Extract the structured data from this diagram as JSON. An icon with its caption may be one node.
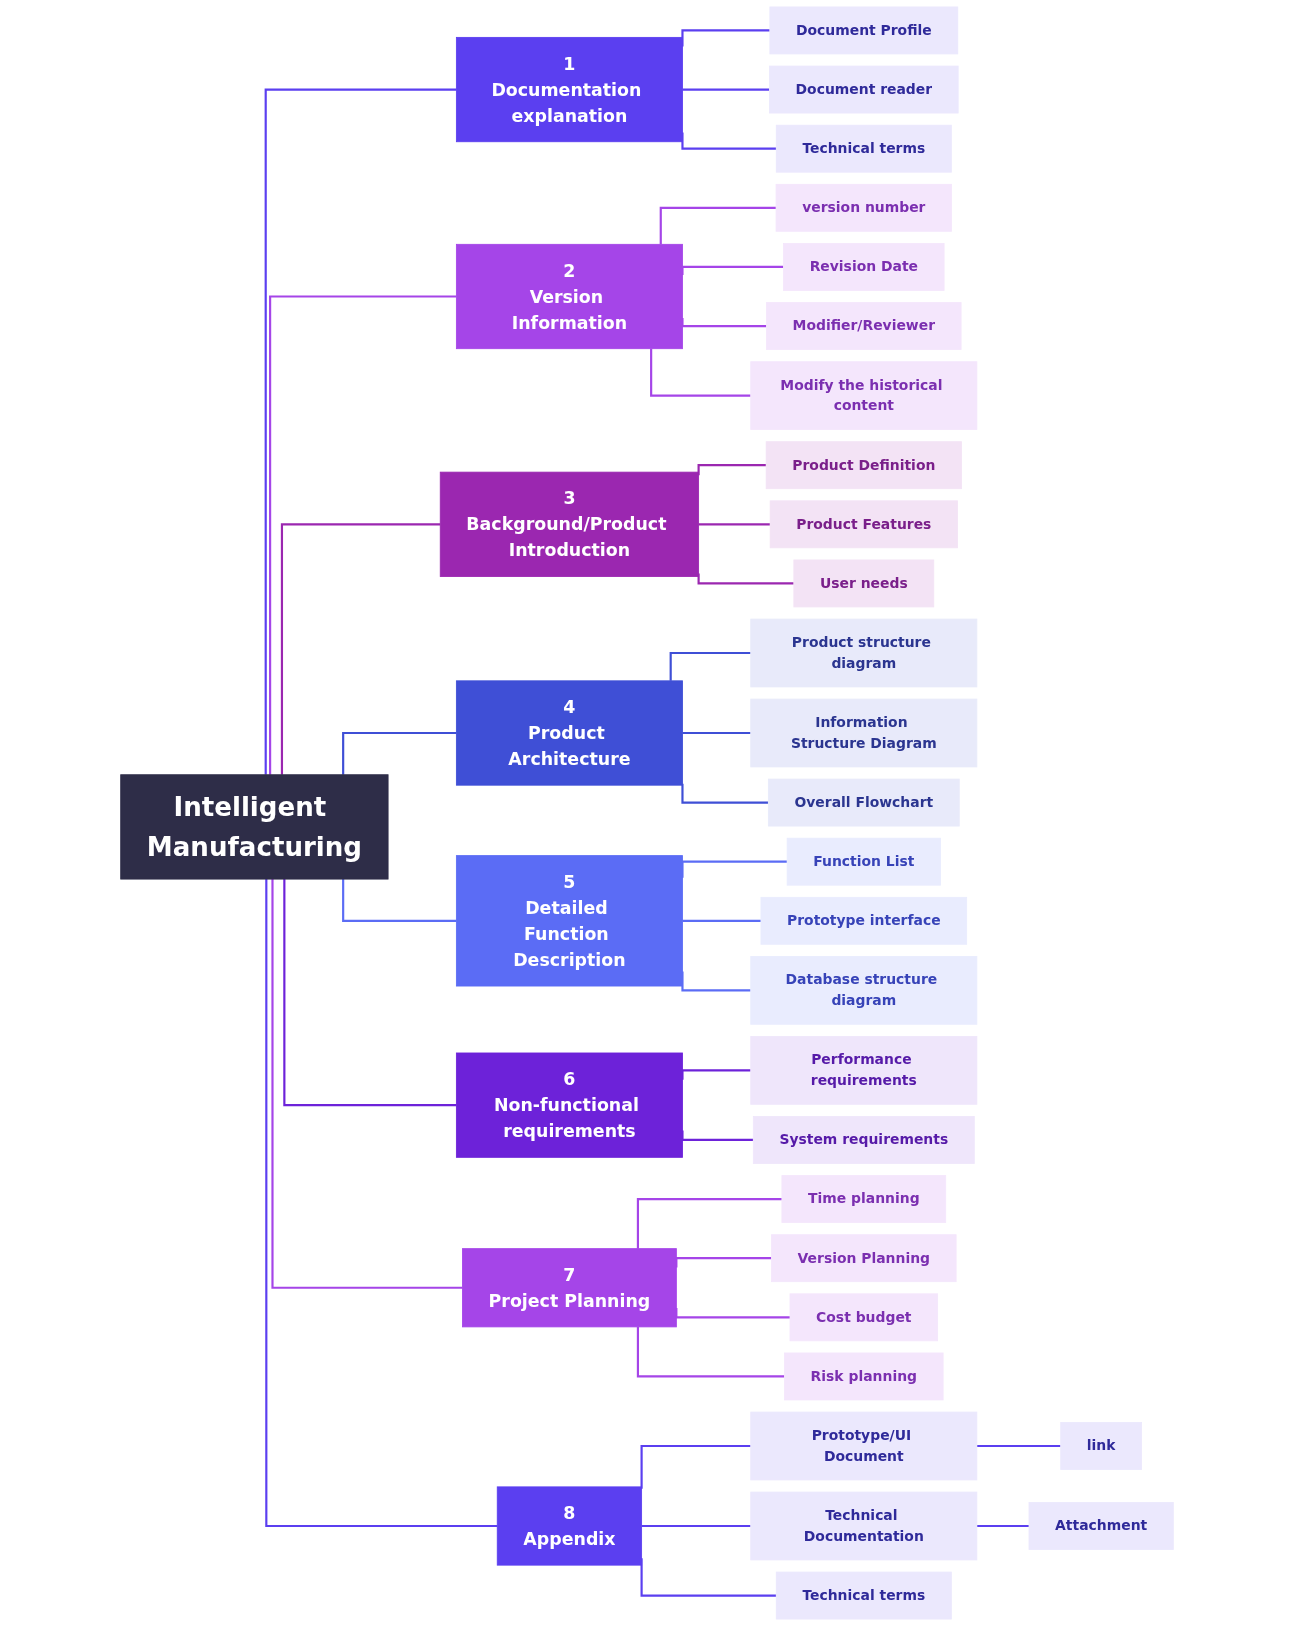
{
  "diagram": {
    "nodes": [
      {
        "text": [
          "Intelligent Manufacturing"
        ]
      },
      {
        "text": [
          "1",
          "Documentation explanation"
        ]
      },
      {
        "text": [
          "Document Profile"
        ]
      },
      {
        "text": [
          "Document reader"
        ]
      },
      {
        "text": [
          "Technical terms"
        ]
      },
      {
        "text": [
          "2",
          "Version Information"
        ]
      },
      {
        "text": [
          "version number"
        ]
      },
      {
        "text": [
          "Revision Date"
        ]
      },
      {
        "text": [
          "Modifier/Reviewer"
        ]
      },
      {
        "text": [
          "Modify the historical content"
        ]
      },
      {
        "text": [
          "3",
          "Background/Product Introduction"
        ]
      },
      {
        "text": [
          "Product Definition"
        ]
      },
      {
        "text": [
          "Product Features"
        ]
      },
      {
        "text": [
          "User needs"
        ]
      },
      {
        "text": [
          "4",
          "Product Architecture"
        ]
      },
      {
        "text": [
          "Product structure diagram"
        ]
      },
      {
        "text": [
          "Information Structure Diagram"
        ]
      },
      {
        "text": [
          "Overall Flowchart"
        ]
      },
      {
        "text": [
          "5",
          "Detailed Function Description"
        ]
      },
      {
        "text": [
          "Function List"
        ]
      },
      {
        "text": [
          "Prototype interface"
        ]
      },
      {
        "text": [
          "Database structure diagram"
        ]
      },
      {
        "text": [
          "6",
          "Non-functional requirements"
        ]
      },
      {
        "text": [
          "Performance requirements"
        ]
      },
      {
        "text": [
          "System requirements"
        ]
      },
      {
        "text": [
          "7",
          "Project Planning"
        ]
      },
      {
        "text": [
          "Time planning"
        ]
      },
      {
        "text": [
          "Version Planning"
        ]
      },
      {
        "text": [
          "Cost budget"
        ]
      },
      {
        "text": [
          "Risk planning"
        ]
      },
      {
        "text": [
          "8",
          "Appendix"
        ]
      },
      {
        "text": [
          "Prototype/UI Document"
        ]
      },
      {
        "text": [
          "link"
        ]
      },
      {
        "text": [
          "Technical Documentation"
        ]
      },
      {
        "text": [
          "Attachment"
        ]
      },
      {
        "text": [
          "Technical terms"
        ]
      }
    ],
    "edges": [
      {
        "from": 0,
        "to": 1,
        "arrow": "none",
        "color": "#5b3ff0"
      },
      {
        "from": 1,
        "to": 2,
        "arrow": "none",
        "color": "#5b3ff0"
      },
      {
        "from": 1,
        "to": 3,
        "arrow": "none",
        "color": "#5b3ff0"
      },
      {
        "from": 1,
        "to": 4,
        "arrow": "none",
        "color": "#5b3ff0"
      },
      {
        "from": 0,
        "to": 5,
        "arrow": "none",
        "color": "#a545e8"
      },
      {
        "from": 5,
        "to": 6,
        "arrow": "none",
        "color": "#a545e8"
      },
      {
        "from": 5,
        "to": 7,
        "arrow": "none",
        "color": "#a545e8"
      },
      {
        "from": 5,
        "to": 8,
        "arrow": "none",
        "color": "#a545e8"
      },
      {
        "from": 5,
        "to": 9,
        "arrow": "none",
        "color": "#a545e8"
      },
      {
        "from": 0,
        "to": 10,
        "arrow": "none",
        "color": "#9b27b0"
      },
      {
        "from": 10,
        "to": 11,
        "arrow": "none",
        "color": "#9b27b0"
      },
      {
        "from": 10,
        "to": 12,
        "arrow": "none",
        "color": "#9b27b0"
      },
      {
        "from": 10,
        "to": 13,
        "arrow": "none",
        "color": "#9b27b0"
      },
      {
        "from": 0,
        "to": 14,
        "arrow": "none",
        "color": "#3f4fd6"
      },
      {
        "from": 14,
        "to": 15,
        "arrow": "none",
        "color": "#3f4fd6"
      },
      {
        "from": 14,
        "to": 16,
        "arrow": "none",
        "color": "#3f4fd6"
      },
      {
        "from": 14,
        "to": 17,
        "arrow": "none",
        "color": "#3f4fd6"
      },
      {
        "from": 0,
        "to": 18,
        "arrow": "none",
        "color": "#5b6cf5"
      },
      {
        "from": 18,
        "to": 19,
        "arrow": "none",
        "color": "#5b6cf5"
      },
      {
        "from": 18,
        "to": 20,
        "arrow": "none",
        "color": "#5b6cf5"
      },
      {
        "from": 18,
        "to": 21,
        "arrow": "none",
        "color": "#5b6cf5"
      },
      {
        "from": 0,
        "to": 22,
        "arrow": "none",
        "color": "#6d22d9"
      },
      {
        "from": 22,
        "to": 23,
        "arrow": "none",
        "color": "#6d22d9"
      },
      {
        "from": 22,
        "to": 24,
        "arrow": "none",
        "color": "#6d22d9"
      },
      {
        "from": 0,
        "to": 25,
        "arrow": "none",
        "color": "#a545e8"
      },
      {
        "from": 25,
        "to": 26,
        "arrow": "none",
        "color": "#a545e8"
      },
      {
        "from": 25,
        "to": 27,
        "arrow": "none",
        "color": "#a545e8"
      },
      {
        "from": 25,
        "to": 28,
        "arrow": "none",
        "color": "#a545e8"
      },
      {
        "from": 25,
        "to": 29,
        "arrow": "none",
        "color": "#a545e8"
      },
      {
        "from": 0,
        "to": 30,
        "arrow": "none",
        "color": "#5b3ff0"
      },
      {
        "from": 30,
        "to": 31,
        "arrow": "none",
        "color": "#5b3ff0"
      },
      {
        "from": 31,
        "to": 32,
        "arrow": "none",
        "color": "#5b3ff0"
      },
      {
        "from": 30,
        "to": 33,
        "arrow": "none",
        "color": "#5b3ff0"
      },
      {
        "from": 33,
        "to": 34,
        "arrow": "none",
        "color": "#5b3ff0"
      },
      {
        "from": 30,
        "to": 35,
        "arrow": "none",
        "color": "#5b3ff0"
      }
    ]
  }
}
